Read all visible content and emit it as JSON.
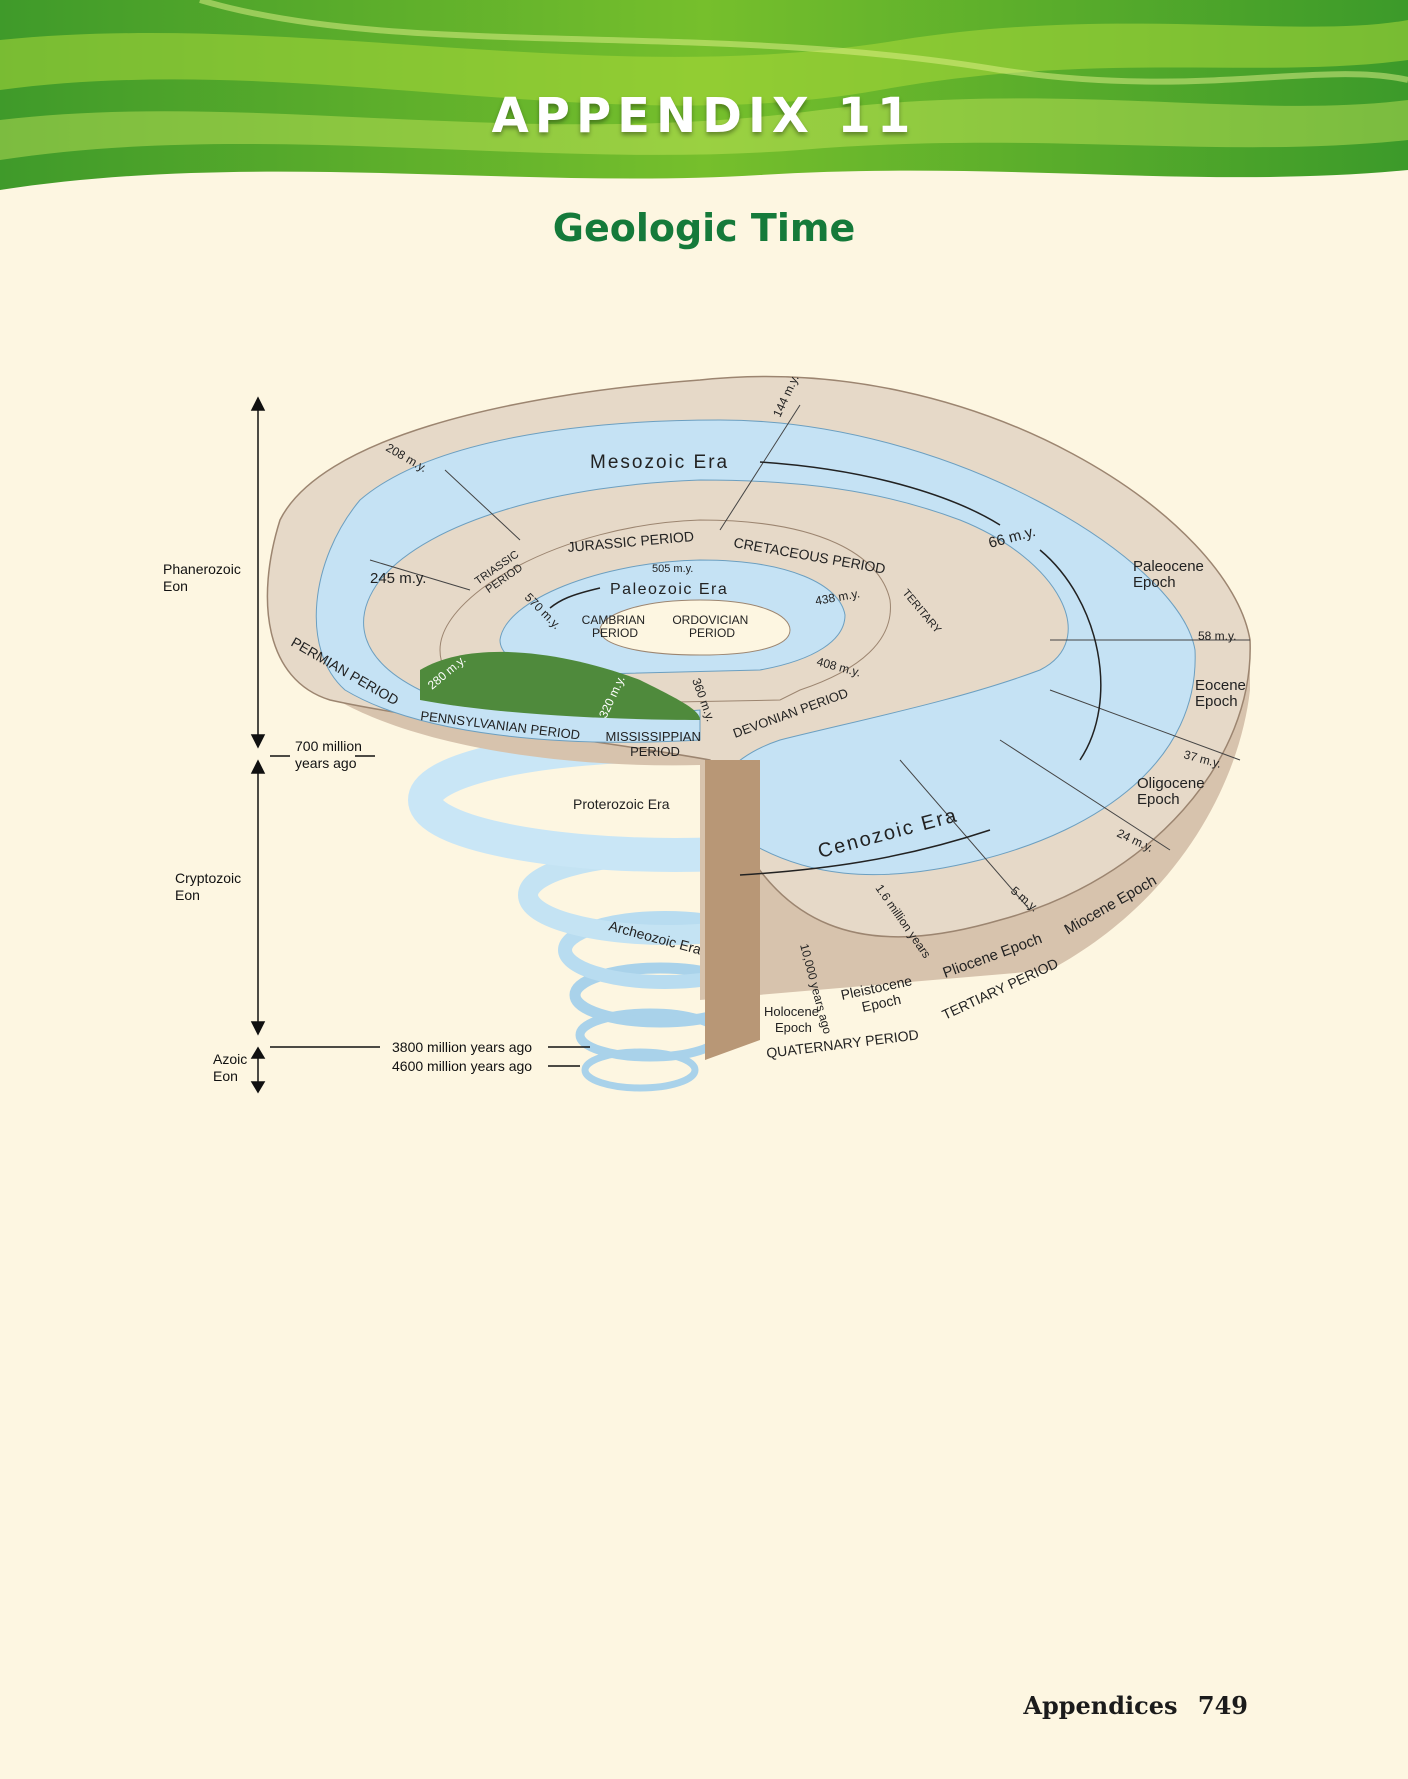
{
  "banner": {
    "title": "APPENDIX 11"
  },
  "page": {
    "heading": "Geologic Time"
  },
  "eons": {
    "phanerozoic": [
      "Phanerozoic",
      "Eon"
    ],
    "cryptozoic": [
      "Cryptozoic",
      "Eon"
    ],
    "azoic": [
      "Azoic",
      "Eon"
    ],
    "mark_700": [
      "700 million",
      "years ago"
    ],
    "mark_3800": "3800 million years ago",
    "mark_4600": "4600 million years ago"
  },
  "eras": {
    "mesozoic": "Mesozoic Era",
    "paleozoic": "Paleozoic Era",
    "cenozoic": "Cenozoic Era",
    "proterozoic": "Proterozoic Era",
    "archeozoic": "Archeozoic Era"
  },
  "periods": {
    "triassic": [
      "TRIASSIC",
      "PERIOD"
    ],
    "jurassic": "JURASSIC PERIOD",
    "cretaceous": "CRETACEOUS PERIOD",
    "tertiary_inner": "TERITARY",
    "permian": "PERMIAN PERIOD",
    "pennsylvanian": "PENNSYLVANIAN PERIOD",
    "mississippian": [
      "MISSISSIPPIAN",
      "PERIOD"
    ],
    "devonian": "DEVONIAN PERIOD",
    "cambrian": [
      "CAMBRIAN",
      "PERIOD"
    ],
    "ordovician": [
      "ORDOVICIAN",
      "PERIOD"
    ],
    "quaternary": "QUATERNARY PERIOD",
    "tertiary": "TERTIARY PERIOD"
  },
  "epochs": {
    "paleocene": [
      "Paleocene",
      "Epoch"
    ],
    "eocene": [
      "Eocene",
      "Epoch"
    ],
    "oligocene": [
      "Oligocene",
      "Epoch"
    ],
    "miocene": "Miocene Epoch",
    "pliocene": "Pliocene Epoch",
    "pleistocene": [
      "Pleistocene",
      "Epoch"
    ],
    "holocene": [
      "Holocene",
      "Epoch"
    ]
  },
  "times": {
    "t144": "144 m.y.",
    "t208": "208 m.y.",
    "t245": "245 m.y.",
    "t66": "66 m.y.",
    "t505": "505 m.y.",
    "t438": "438 m.y.",
    "t570": "570 m.y.",
    "t408": "408 m.y.",
    "t280": "280 m.y.",
    "t320": "320 m.y.",
    "t360": "360 m.y.",
    "t58": "58 m.y.",
    "t37": "37 m.y.",
    "t24": "24 m.y.",
    "t5": "5 m.y.",
    "t16": "1.6 million years",
    "t10000": "10,000 years ago"
  },
  "footer": {
    "section": "Appendices",
    "page_number": "749"
  }
}
